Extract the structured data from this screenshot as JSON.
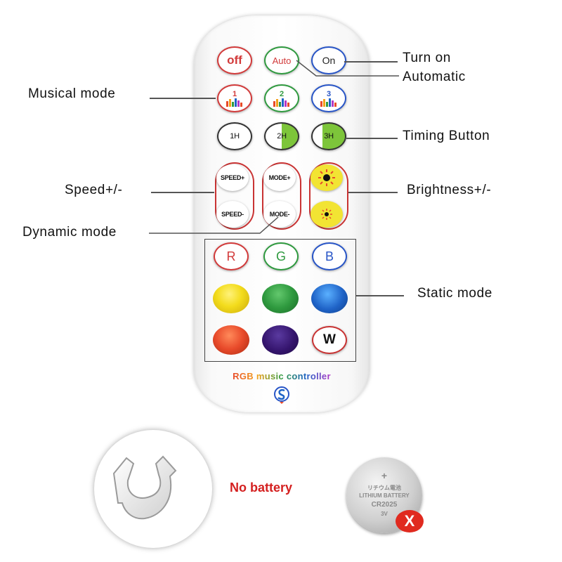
{
  "buttons": {
    "off": "off",
    "auto": "Auto",
    "on": "On",
    "music": [
      "1",
      "2",
      "3"
    ],
    "timing": [
      "1H",
      "2H",
      "3H"
    ],
    "speed_plus": "SPEED+",
    "speed_minus": "SPEED-",
    "mode_plus": "MODE+",
    "mode_minus": "MODE-",
    "r": "R",
    "g": "G",
    "b": "B",
    "w": "W"
  },
  "labels": {
    "turn_on": "Turn on",
    "automatic": "Automatic",
    "musical_mode": "Musical mode",
    "timing_button": "Timing Button",
    "speed": "Speed+/-",
    "brightness": "Brightness+/-",
    "dynamic_mode": "Dynamic mode",
    "static_mode": "Static mode"
  },
  "brand": "RGB music controller",
  "no_battery": "No battery",
  "battery_text": {
    "line1": "リチウム電池",
    "line2": "LITHIUM BATTERY",
    "line3": "CR2025",
    "line4": "3V"
  },
  "x_mark": "X",
  "colors": {
    "red": "#e84a2a",
    "green": "#2f9a3f",
    "blue": "#1f63c7",
    "yellow": "#f3dc1c",
    "purple": "#35156e",
    "accent_red": "#d23a3a"
  }
}
